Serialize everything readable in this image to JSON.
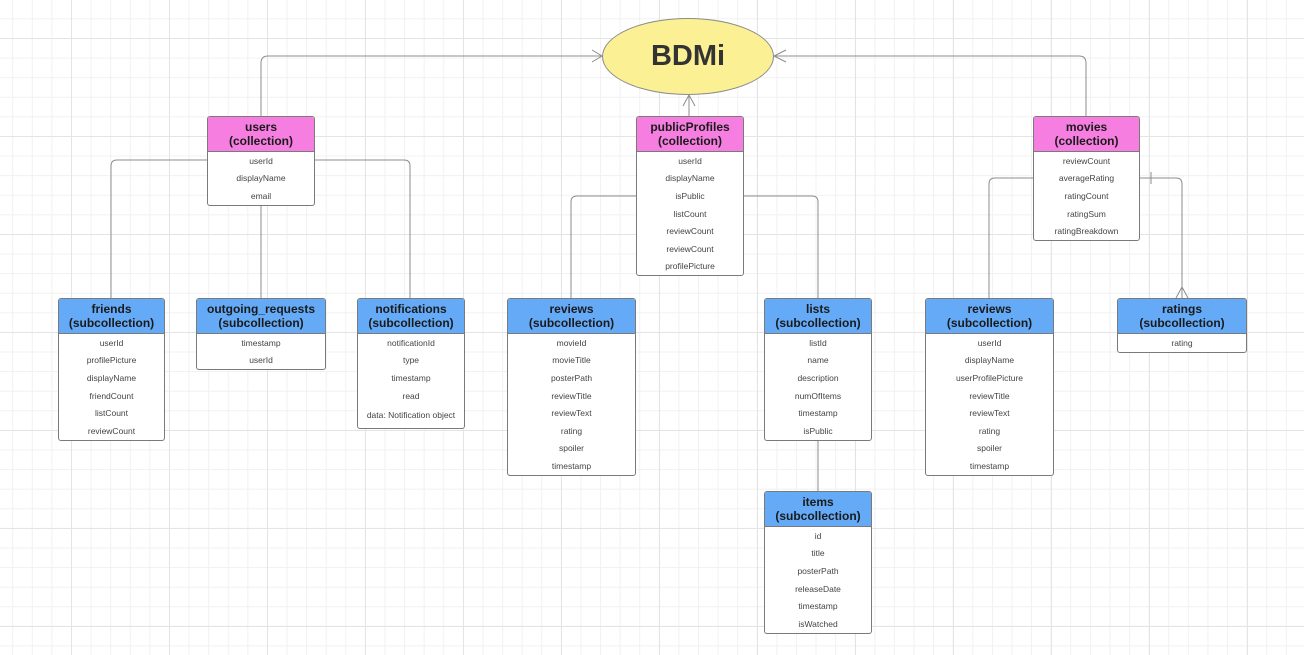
{
  "diagram": {
    "root": {
      "label": "BDMi"
    },
    "entities": {
      "users": {
        "name": "users",
        "kind": "(collection)",
        "fields": [
          "userId",
          "displayName",
          "email"
        ]
      },
      "publicProfiles": {
        "name": "publicProfiles",
        "kind": "(collection)",
        "fields": [
          "userId",
          "displayName",
          "isPublic",
          "listCount",
          "reviewCount",
          "reviewCount",
          "profilePicture"
        ]
      },
      "movies": {
        "name": "movies",
        "kind": "(collection)",
        "fields": [
          "reviewCount",
          "averageRating",
          "ratingCount",
          "ratingSum",
          "ratingBreakdown"
        ]
      },
      "friends": {
        "name": "friends",
        "kind": "(subcollection)",
        "fields": [
          "userId",
          "profilePicture",
          "displayName",
          "friendCount",
          "listCount",
          "reviewCount"
        ]
      },
      "outgoing_requests": {
        "name": "outgoing_requests",
        "kind": "(subcollection)",
        "fields": [
          "timestamp",
          "userId"
        ]
      },
      "notifications": {
        "name": "notifications",
        "kind": "(subcollection)",
        "fields": [
          "notificationId",
          "type",
          "timestamp",
          "read",
          "data: Notification object"
        ]
      },
      "profile_reviews": {
        "name": "reviews",
        "kind": "(subcollection)",
        "fields": [
          "movieId",
          "movieTitle",
          "posterPath",
          "reviewTitle",
          "reviewText",
          "rating",
          "spoiler",
          "timestamp"
        ]
      },
      "lists": {
        "name": "lists",
        "kind": "(subcollection)",
        "fields": [
          "listId",
          "name",
          "description",
          "numOfItems",
          "timestamp",
          "isPublic"
        ]
      },
      "movie_reviews": {
        "name": "reviews",
        "kind": "(subcollection)",
        "fields": [
          "userId",
          "displayName",
          "userProfilePicture",
          "reviewTitle",
          "reviewText",
          "rating",
          "spoiler",
          "timestamp"
        ]
      },
      "ratings": {
        "name": "ratings",
        "kind": "(subcollection)",
        "fields": [
          "rating"
        ]
      },
      "items": {
        "name": "items",
        "kind": "(subcollection)",
        "fields": [
          "id",
          "title",
          "posterPath",
          "releaseDate",
          "timestamp",
          "isWatched"
        ]
      }
    },
    "colors": {
      "collection_header": "#f57ee0",
      "subcollection_header": "#64aaf7",
      "root_fill": "#fbf194",
      "connector": "#8c8c8c"
    }
  }
}
